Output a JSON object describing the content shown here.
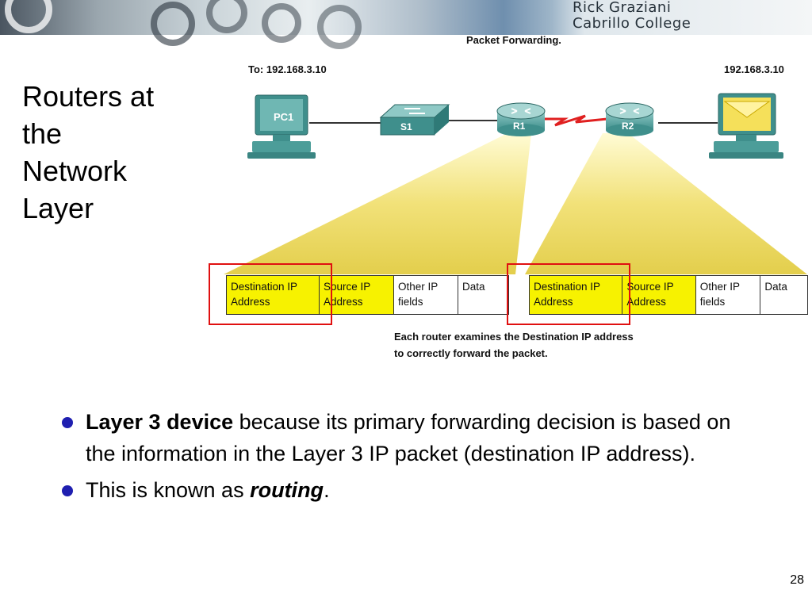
{
  "banner": {
    "author_line1": "Rick Graziani",
    "author_line2": "Cabrillo College"
  },
  "slide": {
    "title_lines": [
      "Routers at",
      "the",
      "Network",
      "Layer"
    ],
    "page_number": "28"
  },
  "figure": {
    "title": "Packet Forwarding.",
    "to_label": "To: 192.168.3.10",
    "dest_label": "192.168.3.10",
    "devices": {
      "pc1": "PC1",
      "s1": "S1",
      "r1": "R1",
      "r2": "R2"
    },
    "packet_fields": [
      {
        "line1": "Destination IP",
        "line2": "Address",
        "highlight": true
      },
      {
        "line1": "Source IP",
        "line2": "Address",
        "highlight": true
      },
      {
        "line1": "Other IP",
        "line2": "fields",
        "highlight": false
      },
      {
        "line1": "Data",
        "line2": "",
        "highlight": false
      }
    ],
    "caption_line1": "Each router examines the Destination IP address",
    "caption_line2": "to correctly forward the packet."
  },
  "bullets": [
    {
      "bold": "Layer 3 device",
      "text": " because its primary forwarding decision is based on the information in the Layer 3 IP packet (destination IP address)."
    },
    {
      "text_before": "This is known as ",
      "bold_italic": "routing",
      "text_after": "."
    }
  ],
  "colors": {
    "highlight_yellow": "#f7f200",
    "callout_red": "#e01010",
    "bullet_blue": "#1f1fb0",
    "device_teal": "#3f8f8c"
  }
}
